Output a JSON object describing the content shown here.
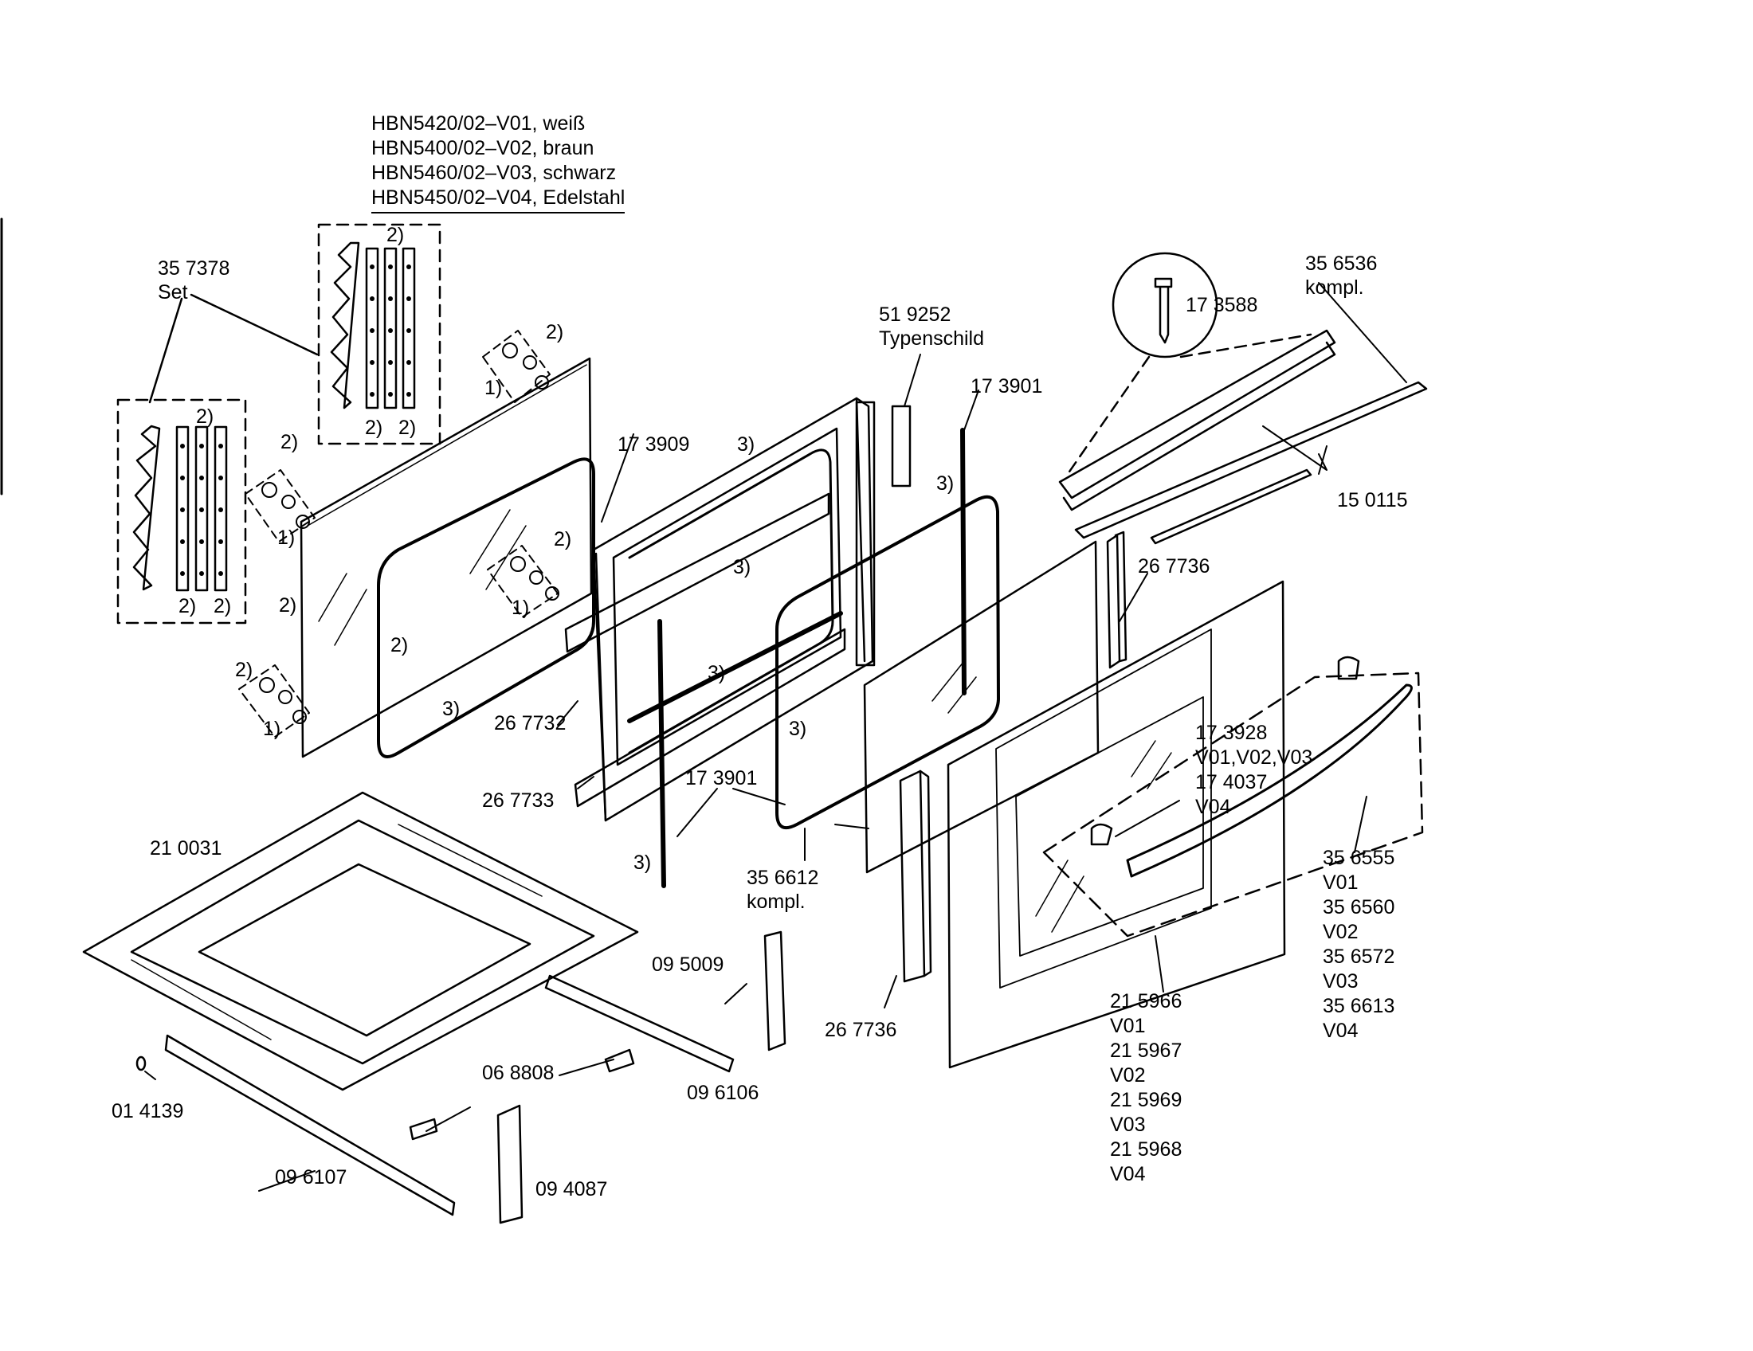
{
  "models": [
    "HBN5420/02–V01, weiß",
    "HBN5400/02–V02, braun",
    "HBN5460/02–V03, schwarz",
    "HBN5450/02–V04, Edelstahl"
  ],
  "labels": {
    "set_357378": [
      "35 7378",
      "Set"
    ],
    "typenschild": [
      "51 9252",
      "Typenschild"
    ],
    "p173588": "17 3588",
    "p356536": [
      "35 6536",
      "kompl."
    ],
    "p173909": "17 3909",
    "p173901_top": "17 3901",
    "p150115": "15 0115",
    "p267736_top": "26 7736",
    "p267732": "26 7732",
    "p267733": "26 7733",
    "p173901_bottom": "17 3901",
    "p356612": [
      "35 6612",
      "kompl."
    ],
    "p173928": [
      "17 3928",
      "V01,V02,V03",
      "17 4037",
      "V04"
    ],
    "p356555": [
      "35 6555",
      "V01",
      "35 6560",
      "V02",
      "35 6572",
      "V03",
      "35 6613",
      "V04"
    ],
    "p210031": "21 0031",
    "p095009": "09 5009",
    "p267736_bottom": "26 7736",
    "p068808": "06 8808",
    "p096106": "09 6106",
    "p014139": "01 4139",
    "p096107": "09 6107",
    "p094087": "09 4087",
    "p215966": [
      "21 5966",
      "V01",
      "21 5967",
      "V02",
      "21 5969",
      "V03",
      "21 5968",
      "V04"
    ]
  },
  "notes": {
    "n1": "1)",
    "n2": "2)",
    "n3": "3)"
  }
}
